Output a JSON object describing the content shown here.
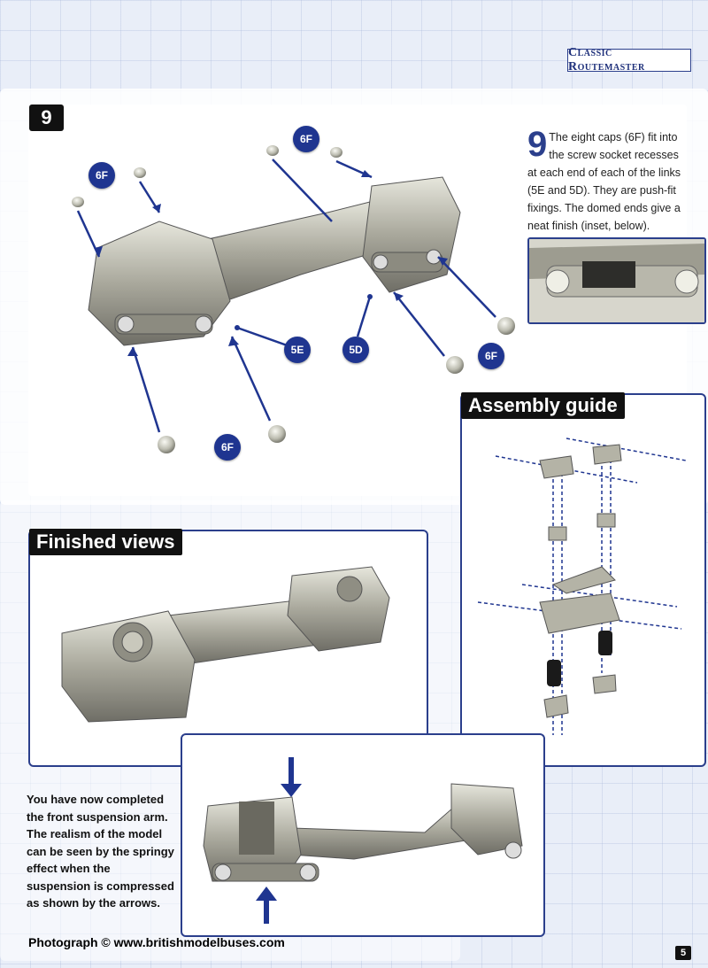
{
  "header": {
    "series_title": "Classic Routemaster"
  },
  "step": {
    "number": "9",
    "dropcap": "9",
    "text": "The eight caps (6F) fit into the screw socket recesses at each end of each of the links (5E and 5D). They are push-fit fixings. The domed ends give a neat finish (inset, below).",
    "callouts": [
      "6F",
      "6F",
      "6F",
      "6F",
      "6F",
      "5E",
      "5D"
    ]
  },
  "assembly_guide": {
    "title": "Assembly guide"
  },
  "finished_views": {
    "title": "Finished views"
  },
  "caption": "You have now completed the front suspension arm. The realism of the model can be seen by the springy effect when the suspension is compressed as shown by the arrows.",
  "credit": "Photograph © www.britishmodelbuses.com",
  "page_number": "5",
  "colors": {
    "accent": "#2b3f8c",
    "callout": "#1f3590"
  }
}
